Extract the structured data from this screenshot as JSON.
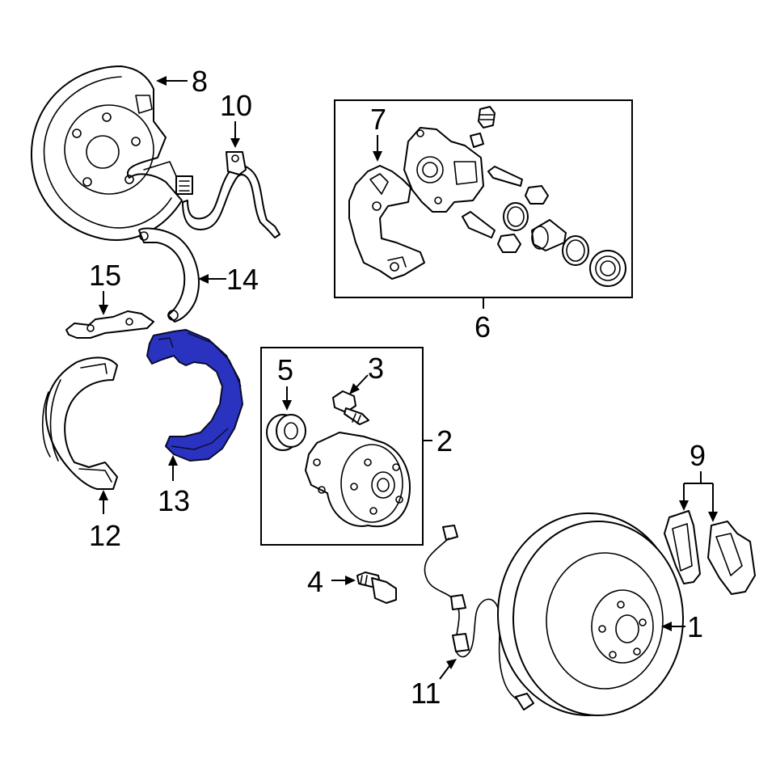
{
  "diagram": {
    "callouts": {
      "c1": "1",
      "c2": "2",
      "c3": "3",
      "c4": "4",
      "c5": "5",
      "c6": "6",
      "c7": "7",
      "c8": "8",
      "c9": "9",
      "c10": "10",
      "c11": "11",
      "c12": "12",
      "c13": "13",
      "c14": "14",
      "c15": "15"
    },
    "highlighted_part": "13",
    "colors": {
      "highlight": "#2a33c0",
      "line": "#000000",
      "background": "#ffffff"
    }
  }
}
